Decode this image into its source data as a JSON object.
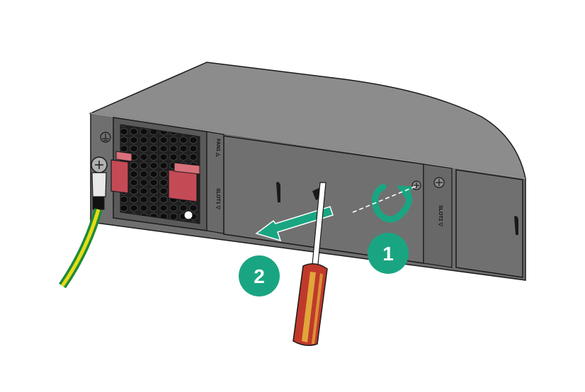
{
  "labels": {
    "fan_slot": "FAN1 △",
    "slot1": "SLOT1 ▽",
    "slot2": "SLOT2 ▽"
  },
  "steps": [
    {
      "number": "1",
      "action": "loosen-captive-screw"
    },
    {
      "number": "2",
      "action": "pull-out-filler-panel"
    }
  ],
  "icons": {
    "ground": "ground-icon",
    "tool": "screwdriver-icon",
    "rotate": "rotate-arrow-icon",
    "pull": "pull-arrow-icon"
  },
  "colors": {
    "step_badge": "#1aa582",
    "arrow": "#1aa582",
    "chassis_top": "#8c8c8c",
    "chassis_front": "#6f6f6f",
    "panel": "#707070",
    "ear_handle": "#c44a56",
    "ground_wire_green": "#1f8a3a",
    "ground_wire_yellow": "#e6dc14",
    "screwdriver_handle": "#c0392b",
    "screwdriver_stripe": "#e0a63a"
  }
}
